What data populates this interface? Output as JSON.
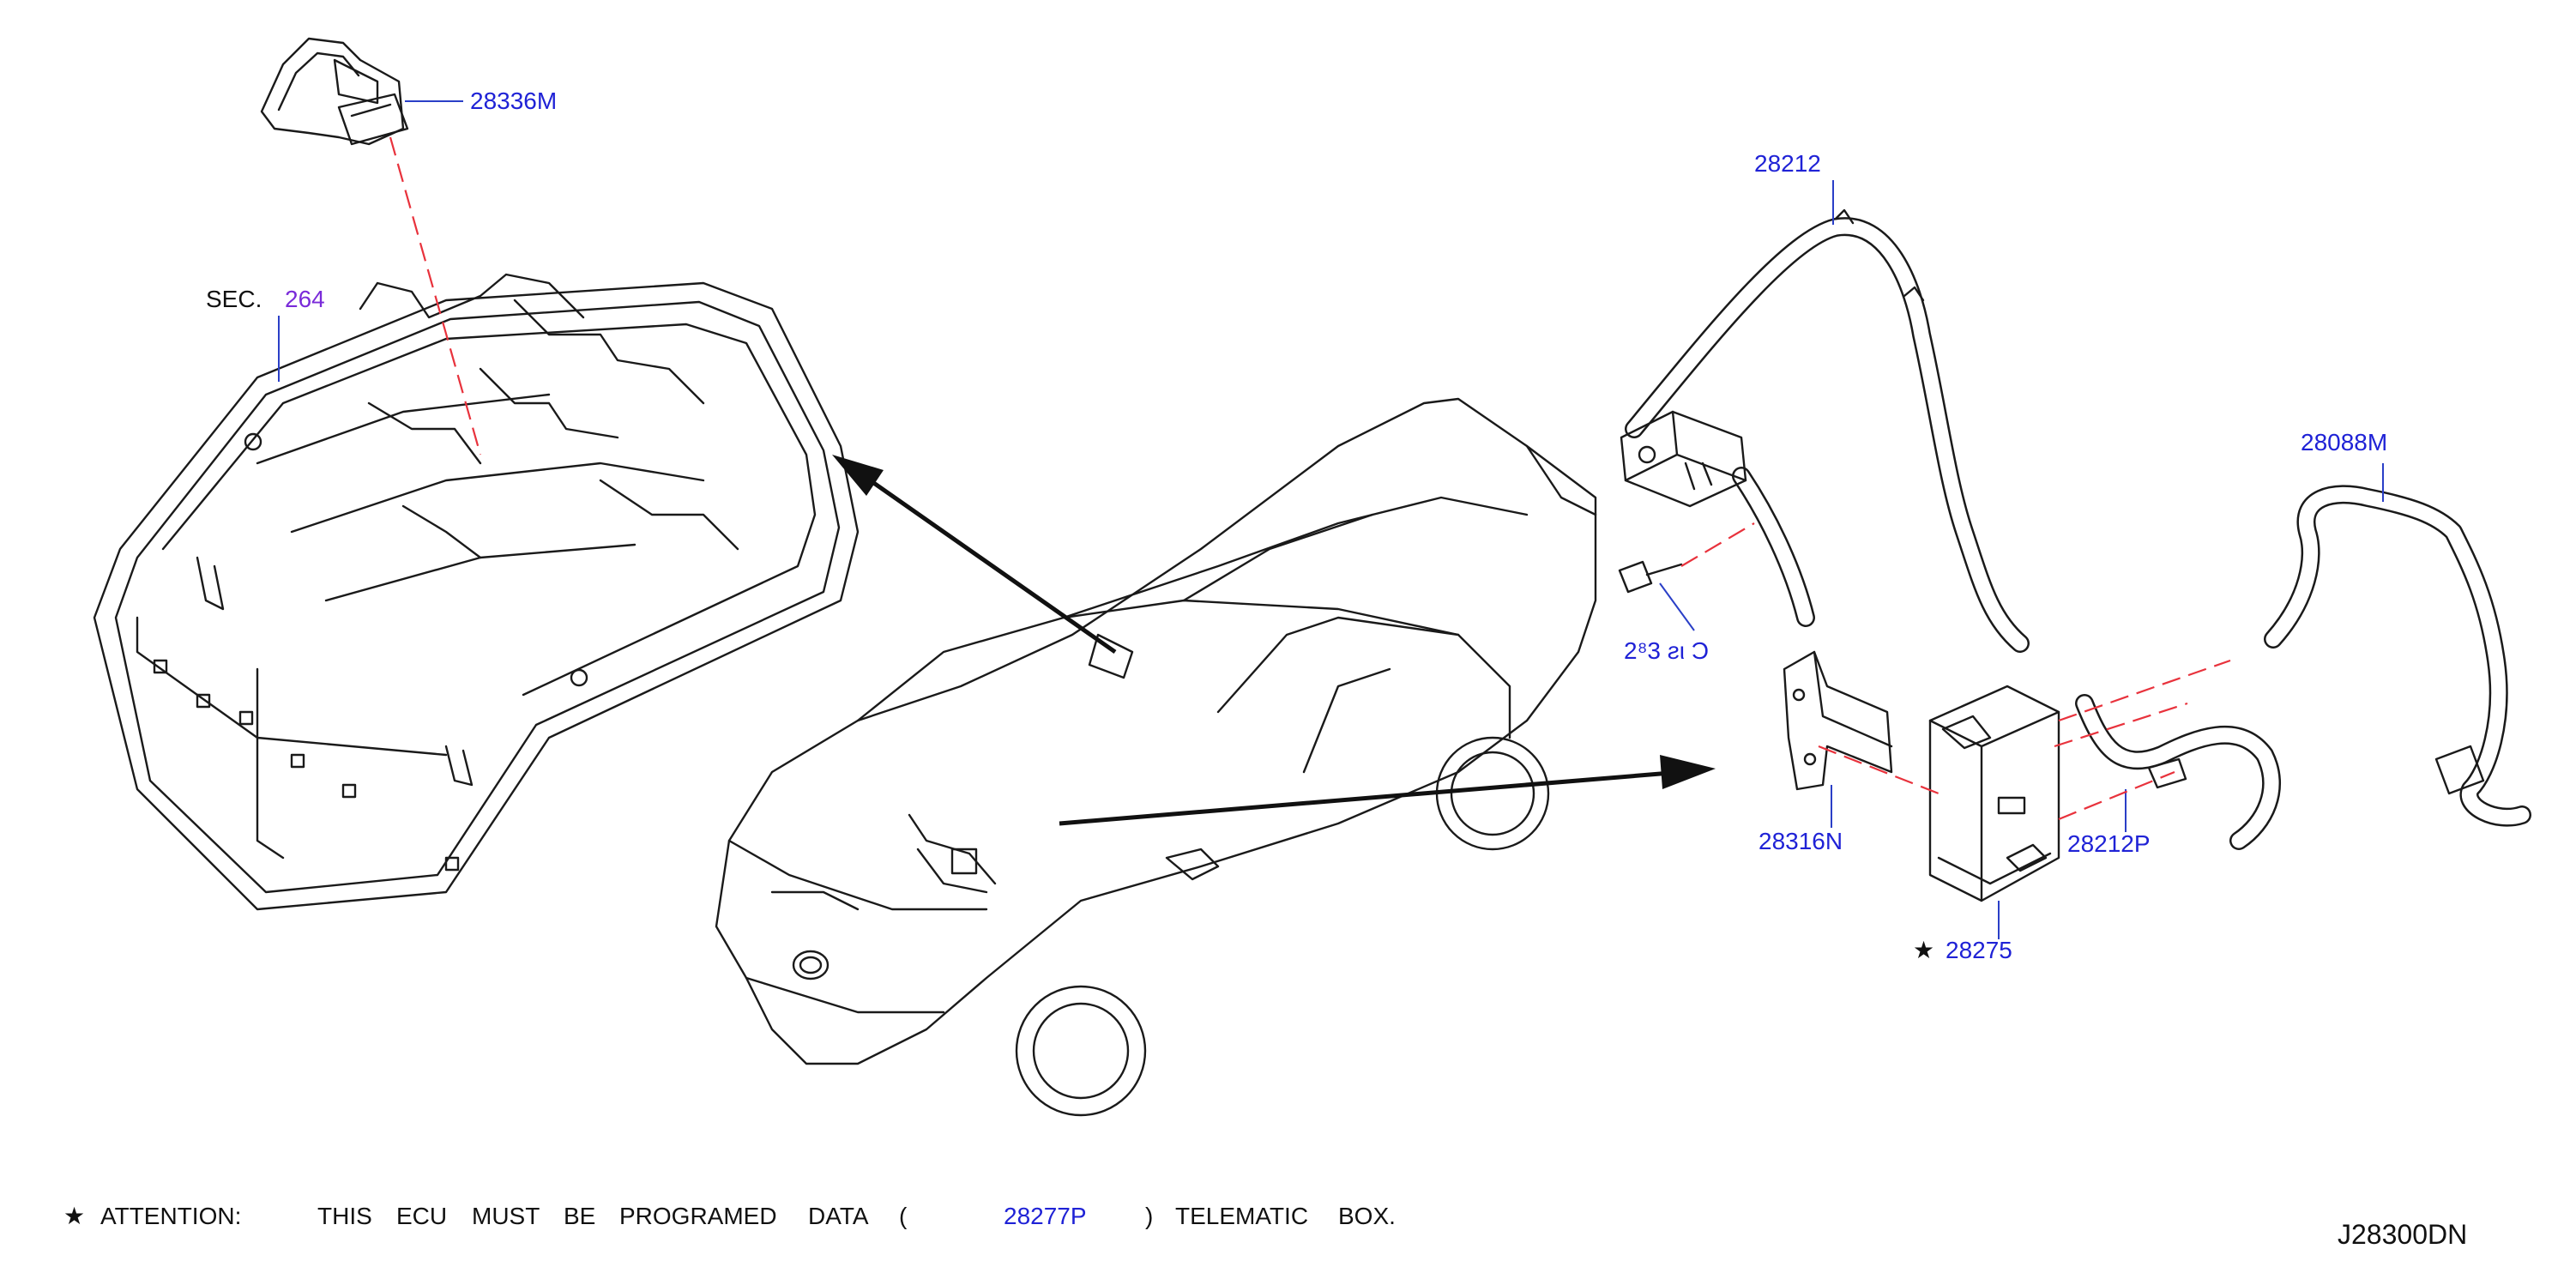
{
  "colors": {
    "part_label": "#1f22d6",
    "section_label": "#7a2bd9",
    "text": "#111111",
    "dash": "#e8323c"
  },
  "labels": {
    "p28336m": "28336M",
    "sec": "SEC.",
    "sec_num": "264",
    "p28212": "28212",
    "p28088m": "28088M",
    "p28316n": "28316N",
    "p28212p": "28212P",
    "p28275": "28275",
    "p_bolt": "2⁸3 ƨι Ͻ",
    "star": "★"
  },
  "footer": {
    "star": "★",
    "attention": "ATTENTION:",
    "w1": "THIS",
    "w2": "ECU",
    "w3": "MUST",
    "w4": "BE",
    "w5": "PROGRAMED",
    "w6": "DATA",
    "open": "(",
    "part": "28277P",
    "close": ")",
    "w7": "TELEMATIC",
    "w8": "BOX."
  },
  "drawing_code": "J28300DN"
}
